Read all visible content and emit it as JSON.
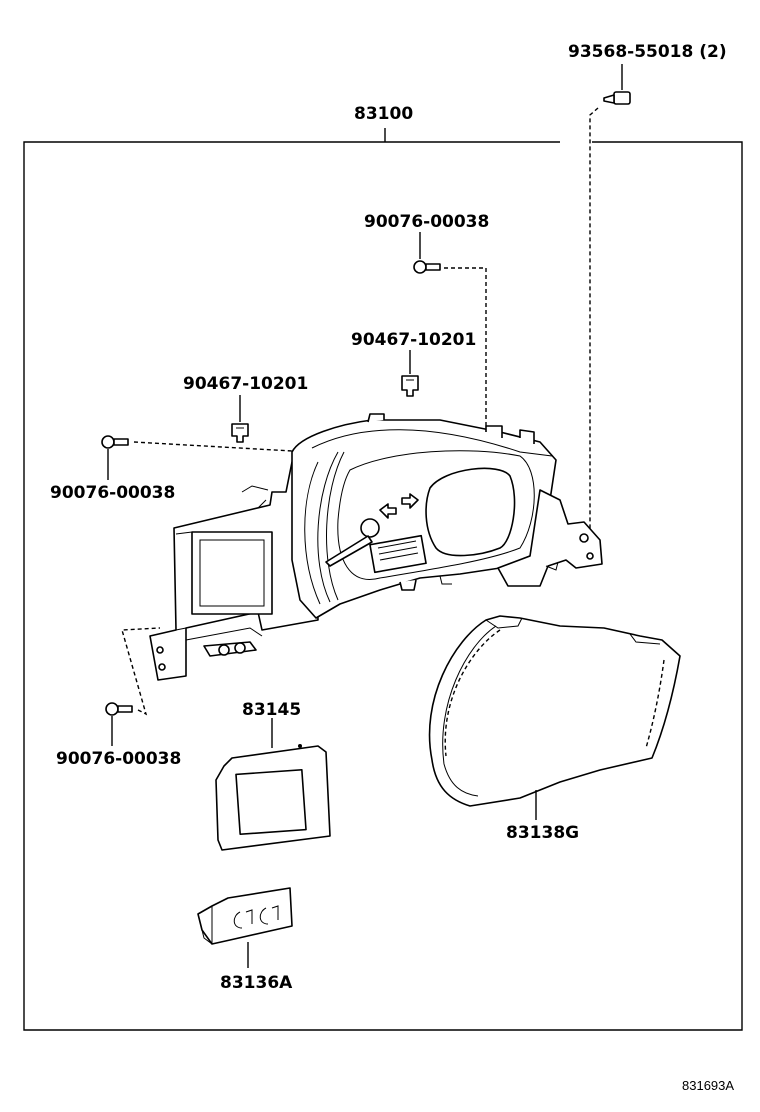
{
  "labels": {
    "top_bolt": "93568-55018 (2)",
    "assembly": "83100",
    "screw_upper": "90076-00038",
    "clip_right": "90467-10201",
    "clip_left": "90467-10201",
    "screw_left": "90076-00038",
    "screw_bottom": "90076-00038",
    "lcd_display": "83145",
    "lens_cover": "83138G",
    "switch_panel": "83136A"
  },
  "figure_code": "831693A"
}
